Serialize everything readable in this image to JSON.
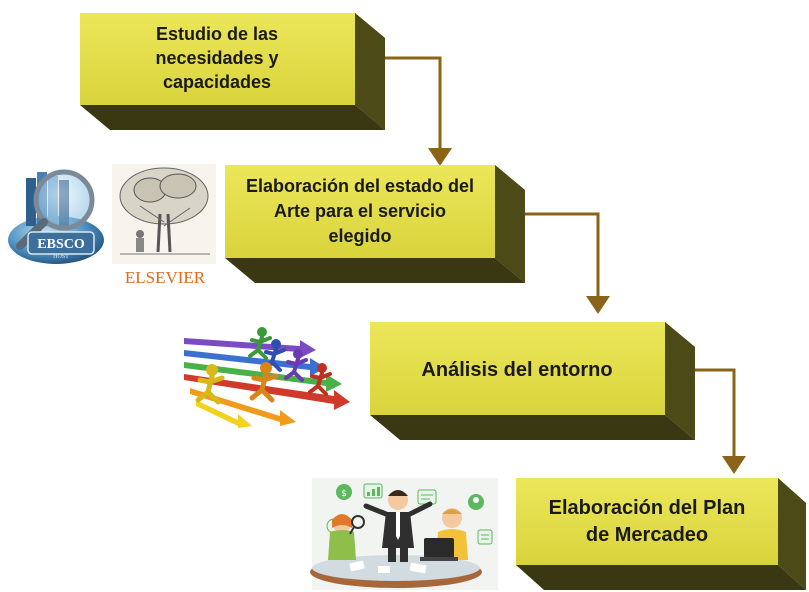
{
  "diagram": {
    "steps": [
      {
        "id": "step1",
        "lines": [
          "Estudio de las",
          "necesidades y",
          "capacidades"
        ]
      },
      {
        "id": "step2",
        "lines": [
          "Elaboración del estado del",
          "Arte para el servicio",
          "elegido"
        ]
      },
      {
        "id": "step3",
        "lines": [
          "Análisis del entorno"
        ]
      },
      {
        "id": "step4",
        "lines": [
          "Elaboración del Plan",
          "de Mercadeo"
        ]
      }
    ],
    "logos": {
      "ebsco": "EBSCO",
      "ebsco_sub": "HOST",
      "elsevier": "ELSEVIER"
    },
    "colors": {
      "box_front": "#e6e046",
      "box_top": "#9c9628",
      "box_side": "#4c4a16",
      "connector": "#8a6418"
    }
  }
}
